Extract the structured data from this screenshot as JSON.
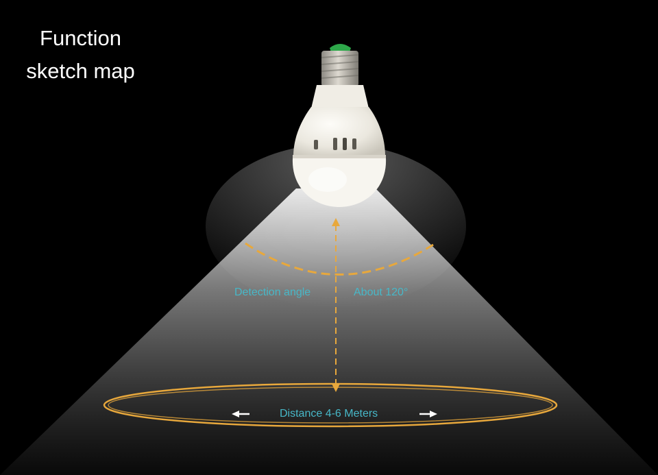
{
  "heading": {
    "line1": "Function",
    "line2": "sketch map"
  },
  "labels": {
    "detection_angle": "Detection angle",
    "angle_value": "About 120°",
    "distance": "Distance 4-6 Meters"
  },
  "colors": {
    "background": "#000000",
    "heading_text": "#ffffff",
    "label_text": "#47b8c8",
    "orange_accent": "#e8a83c",
    "light_beam": "#ffffff",
    "bulb_body": "#ece9e1",
    "base_metal": "#b5b2aa",
    "base_tip": "#2ea84a"
  },
  "icons": {
    "bulb": "light-bulb-icon",
    "arrow_left": "arrow-left-icon",
    "arrow_right": "arrow-right-icon",
    "arrow_vertical": "double-arrow-vertical-icon"
  },
  "detection_angle_degrees": 120
}
